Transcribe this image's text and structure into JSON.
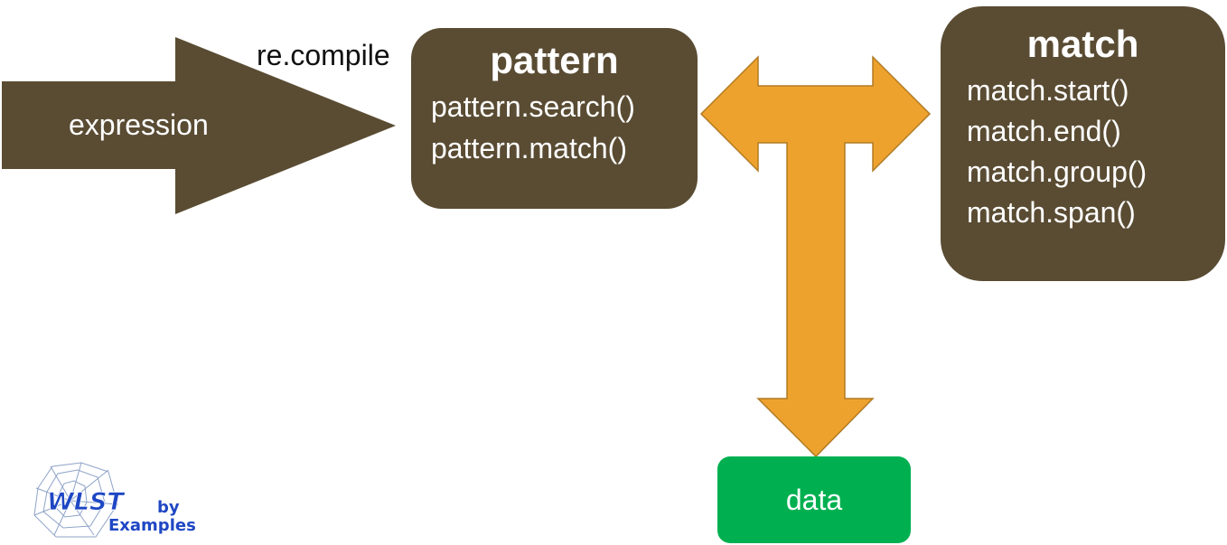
{
  "diagram": {
    "expression_label": "expression",
    "compile_label": "re.compile",
    "pattern": {
      "title": "pattern",
      "methods": [
        "pattern.search()",
        "pattern.match()"
      ]
    },
    "match": {
      "title": "match",
      "methods": [
        "match.start()",
        "match.end()",
        "match.group()",
        "match.span()"
      ]
    },
    "data_label": "data"
  },
  "logo": {
    "wordmark": "WLST",
    "by": "by",
    "examples": "Examples"
  },
  "colors": {
    "box_fill": "#5a4c33",
    "arrow_fill": "#5a4c33",
    "connector_fill": "#eea22e",
    "connector_stroke": "#b07a22",
    "data_fill": "#00b050",
    "logo_blue": "#1f47c4"
  }
}
